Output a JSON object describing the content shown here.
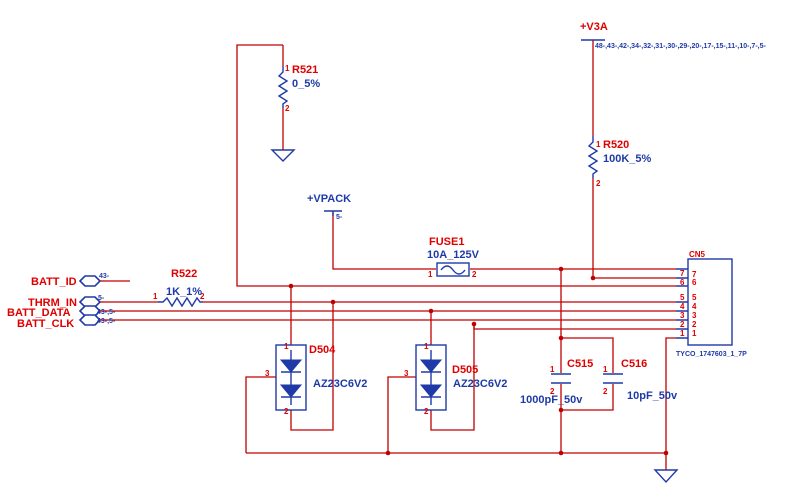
{
  "nets": {
    "v3a": {
      "name": "+V3A",
      "refs": "48-,43-,42-,34-,32-,31-,30-,29-,20-,17-,15-,11-,10-,7-,5-"
    },
    "vpack": {
      "name": "+VPACK",
      "refs": "5-"
    }
  },
  "ports": {
    "batt_id": {
      "name": "BATT_ID",
      "refs": "43-"
    },
    "thrm_in": {
      "name": "THRM_IN",
      "refs": "5-"
    },
    "batt_data": {
      "name": "BATT_DATA",
      "refs": "43-,5-"
    },
    "batt_clk": {
      "name": "BATT_CLK",
      "refs": "43-,5-"
    }
  },
  "components": {
    "r521": {
      "ref": "R521",
      "value": "0_5%",
      "pin1": "1",
      "pin2": "2"
    },
    "r520": {
      "ref": "R520",
      "value": "100K_5%",
      "pin1": "1",
      "pin2": "2"
    },
    "r522": {
      "ref": "R522",
      "value": "1K_1%",
      "pin1": "1",
      "pin2": "2"
    },
    "fuse1": {
      "ref": "FUSE1",
      "value": "10A_125V",
      "pin1": "1",
      "pin2": "2"
    },
    "d504": {
      "ref": "D504",
      "value": "AZ23C6V2",
      "pin1": "1",
      "pin2": "2",
      "pin3": "3"
    },
    "d505": {
      "ref": "D505",
      "value": "AZ23C6V2",
      "pin1": "1",
      "pin2": "2",
      "pin3": "3"
    },
    "c515": {
      "ref": "C515",
      "value": "1000pF_50v",
      "pin1": "1",
      "pin2": "2"
    },
    "c516": {
      "ref": "C516",
      "value": "10pF_50v",
      "pin1": "1",
      "pin2": "2"
    },
    "cn5": {
      "ref": "CN5",
      "part": "TYCO_1747603_1_7P",
      "pins": [
        "7",
        "6",
        "5",
        "4",
        "3",
        "2",
        "1"
      ]
    }
  }
}
